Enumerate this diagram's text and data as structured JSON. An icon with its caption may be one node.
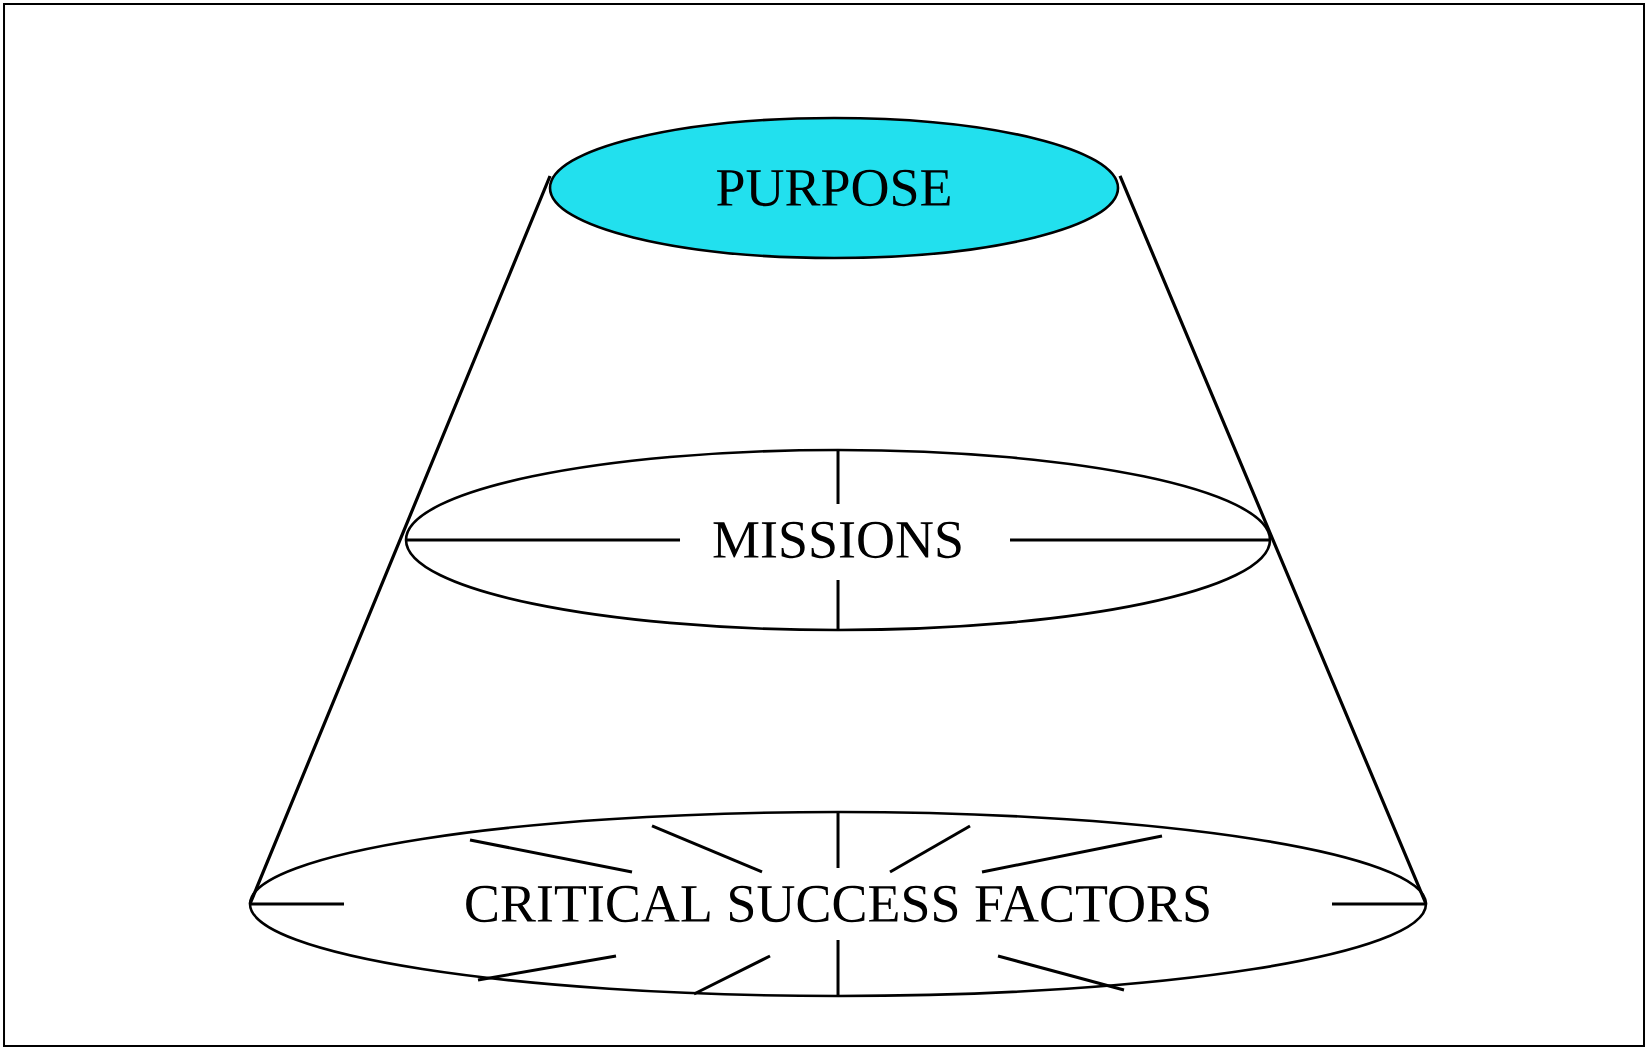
{
  "diagram": {
    "nodes": [
      {
        "text": [
          "PURPOSE"
        ]
      },
      {
        "text": [
          "MISSIONS"
        ]
      },
      {
        "text": [
          "CRITICAL SUCCESS FACTORS"
        ]
      }
    ]
  }
}
